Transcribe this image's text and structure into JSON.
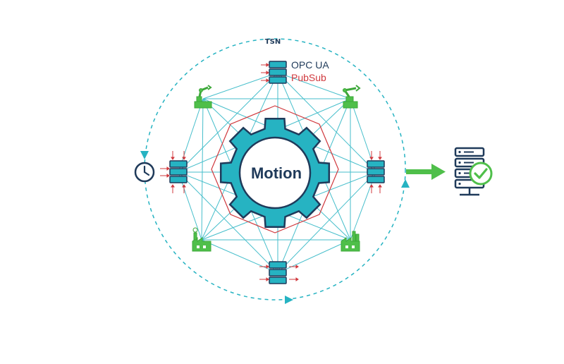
{
  "labels": {
    "tsn": "TSN",
    "opc_ua": "OPC UA",
    "pubsub": "PubSub",
    "motion": "Motion"
  },
  "colors": {
    "teal": "#26b3c2",
    "teal_dark": "#1c8f9d",
    "navy": "#1f3a5a",
    "red": "#d0393e",
    "green": "#4fbf4a",
    "green_dark": "#3da83a"
  },
  "icons": {
    "ring_nodes": [
      "server-icon",
      "robot-arm-icon",
      "server-icon",
      "factory-icon",
      "server-icon",
      "factory-icon",
      "server-icon",
      "robot-arm-icon"
    ],
    "clock": "clock-icon",
    "center": "gear-icon",
    "output_arrow": "arrow-right-icon",
    "target": "server-check-icon"
  }
}
